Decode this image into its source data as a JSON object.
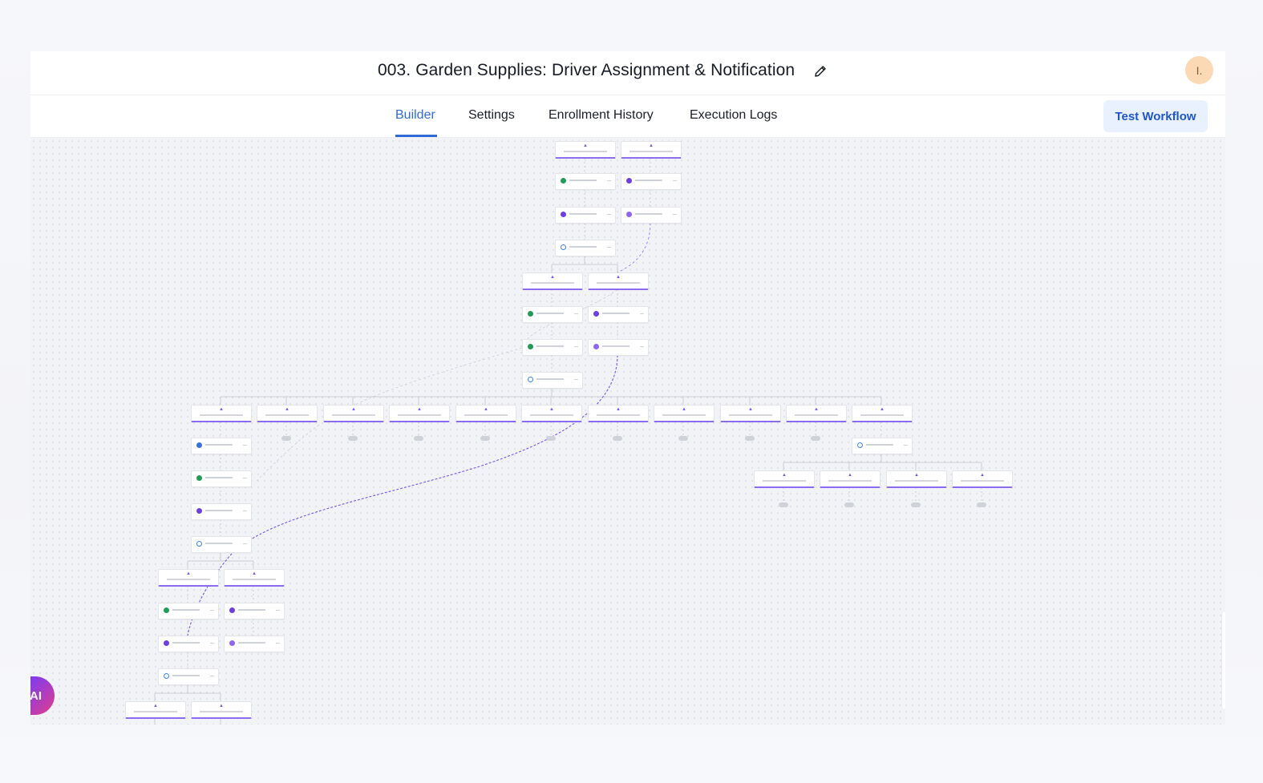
{
  "workflow": {
    "title": "003. Garden Supplies: Driver Assignment & Notification"
  },
  "user": {
    "avatar_initial": "I."
  },
  "tabs": [
    {
      "label": "Builder",
      "active": true
    },
    {
      "label": "Settings",
      "active": false
    },
    {
      "label": "Enrollment History",
      "active": false
    },
    {
      "label": "Execution Logs",
      "active": false
    }
  ],
  "actions": {
    "test_workflow": "Test Workflow"
  },
  "assistant": {
    "label": "AI"
  },
  "colors": {
    "accent": "#2f6bd8",
    "branch_accent": "#8b6cf0",
    "sms_icon": "#1f9d55",
    "wait_icon": "#6d3fe0",
    "goto_icon": "#8f66f0",
    "condition_icon": "#3b82f6",
    "assign_icon": "#3b6fe0"
  }
}
